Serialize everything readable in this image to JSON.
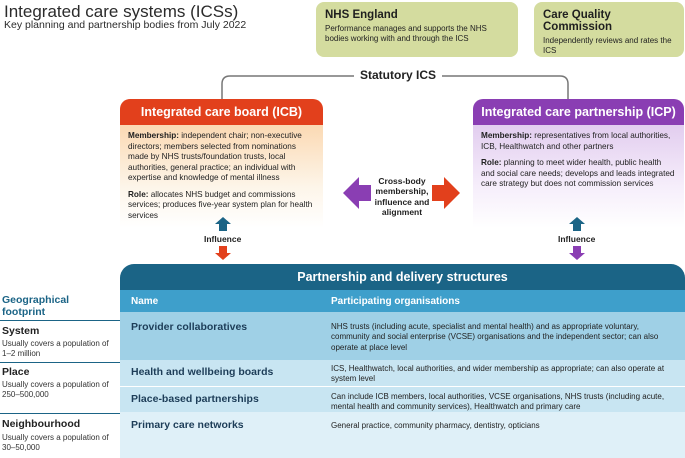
{
  "header": {
    "title": "Integrated care systems (ICSs)",
    "subtitle": "Key planning and partnership bodies from July 2022"
  },
  "nhs_england": {
    "title": "NHS England",
    "text": "Performance manages and supports the NHS bodies working with and through the ICS"
  },
  "cqc": {
    "title": "Care Quality Commission",
    "text": "Independently reviews and rates the ICS"
  },
  "statutory_label": "Statutory ICS",
  "icb": {
    "title": "Integrated care board (ICB)",
    "membership_label": "Membership:",
    "membership_text": " independent chair; non-executive directors; members selected from nominations made by NHS trusts/foundation trusts, local authorities, general practice; an individual with expertise and knowledge of mental illness",
    "role_label": "Role:",
    "role_text": " allocates NHS budget and commissions services; produces five-year system plan for health services",
    "color": "#e2401c"
  },
  "icp": {
    "title": "Integrated care partnership (ICP)",
    "membership_label": "Membership:",
    "membership_text": " representatives from local authorities, ICB, Healthwatch and other partners",
    "role_label": "Role:",
    "role_text": " planning to meet wider health, public health and social care needs; develops and leads integrated care strategy but does not commission services",
    "color": "#8a3eb3"
  },
  "cross_body": "Cross-body membership, influence and alignment",
  "influence_left": "Influence",
  "influence_right": "Influence",
  "partnership": {
    "title": "Partnership and delivery structures",
    "col_name": "Name",
    "col_orgs": "Participating organisations",
    "rows": [
      {
        "name": "Provider collaboratives",
        "orgs": "NHS trusts (including acute, specialist and mental health) and as appropriate voluntary, community and social enterprise (VCSE) organisations and the independent sector; can also operate at place level"
      },
      {
        "name": "Health and wellbeing boards",
        "orgs": "ICS, Healthwatch, local authorities, and wider membership as appropriate; can also operate at system level"
      },
      {
        "name": "Place-based partnerships",
        "orgs": "Can include ICB members, local authorities, VCSE organisations, NHS trusts (including acute, mental health and community services), Healthwatch and primary care"
      },
      {
        "name": "Primary care networks",
        "orgs": "General practice, community pharmacy, dentistry, opticians"
      }
    ]
  },
  "geo": {
    "heading": "Geographical footprint",
    "levels": [
      {
        "name": "System",
        "desc": "Usually covers a population of 1–2 million"
      },
      {
        "name": "Place",
        "desc": "Usually covers a population of 250–500,000"
      },
      {
        "name": "Neighbourhood",
        "desc": "Usually covers a population of 30–50,000"
      }
    ]
  },
  "colors": {
    "top_box": "#d4dc9f",
    "teal_dark": "#1b6486",
    "teal_mid": "#3e9fcb",
    "teal_light": "#9fd0e6"
  }
}
